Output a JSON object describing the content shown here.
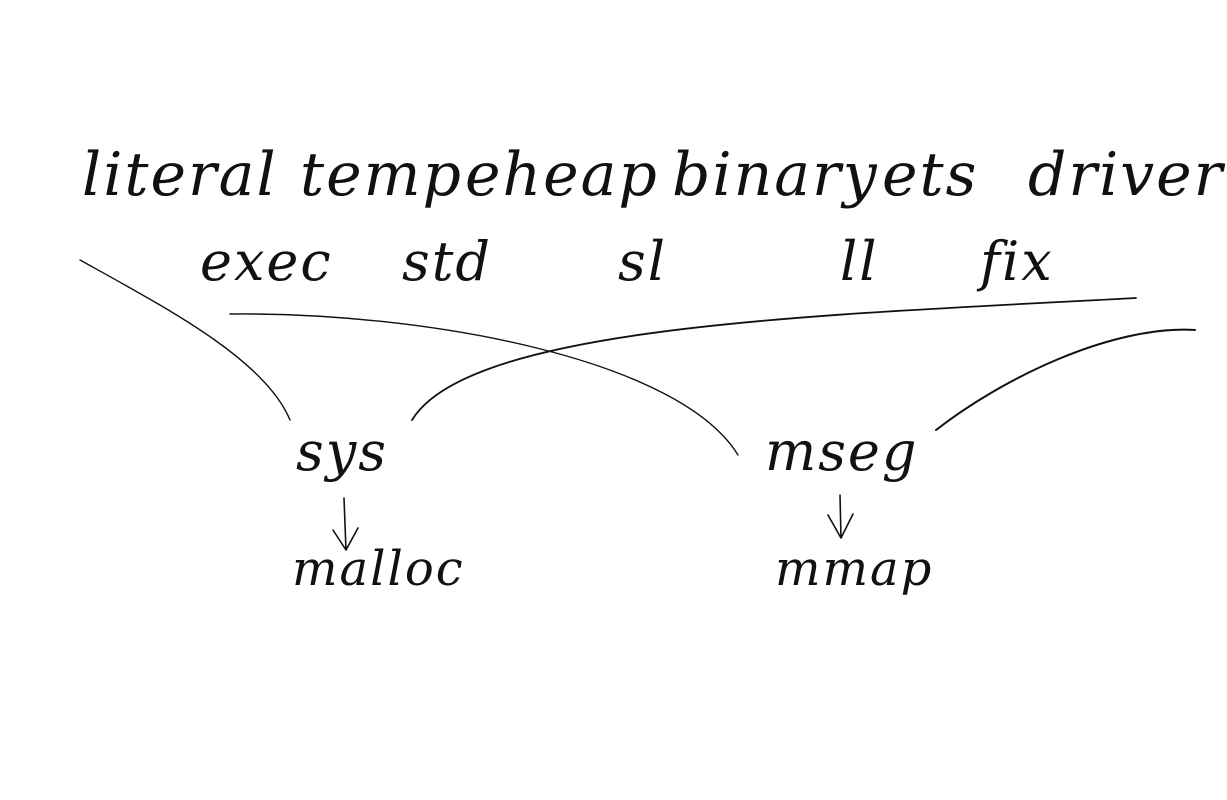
{
  "allocator_types": {
    "literal": "literal",
    "temp": "temp",
    "eheap": "eheap",
    "binary": "binary",
    "ets": "ets",
    "driver": "driver",
    "exec": "exec",
    "std": "std",
    "sl": "sl",
    "ll": "ll",
    "fix": "fix"
  },
  "carrier_sources": {
    "sys": "sys",
    "mseg": "mseg"
  },
  "os_calls": {
    "malloc": "malloc",
    "mmap": "mmap"
  },
  "colors": {
    "ink": "#111111",
    "paper": "#ffffff"
  }
}
